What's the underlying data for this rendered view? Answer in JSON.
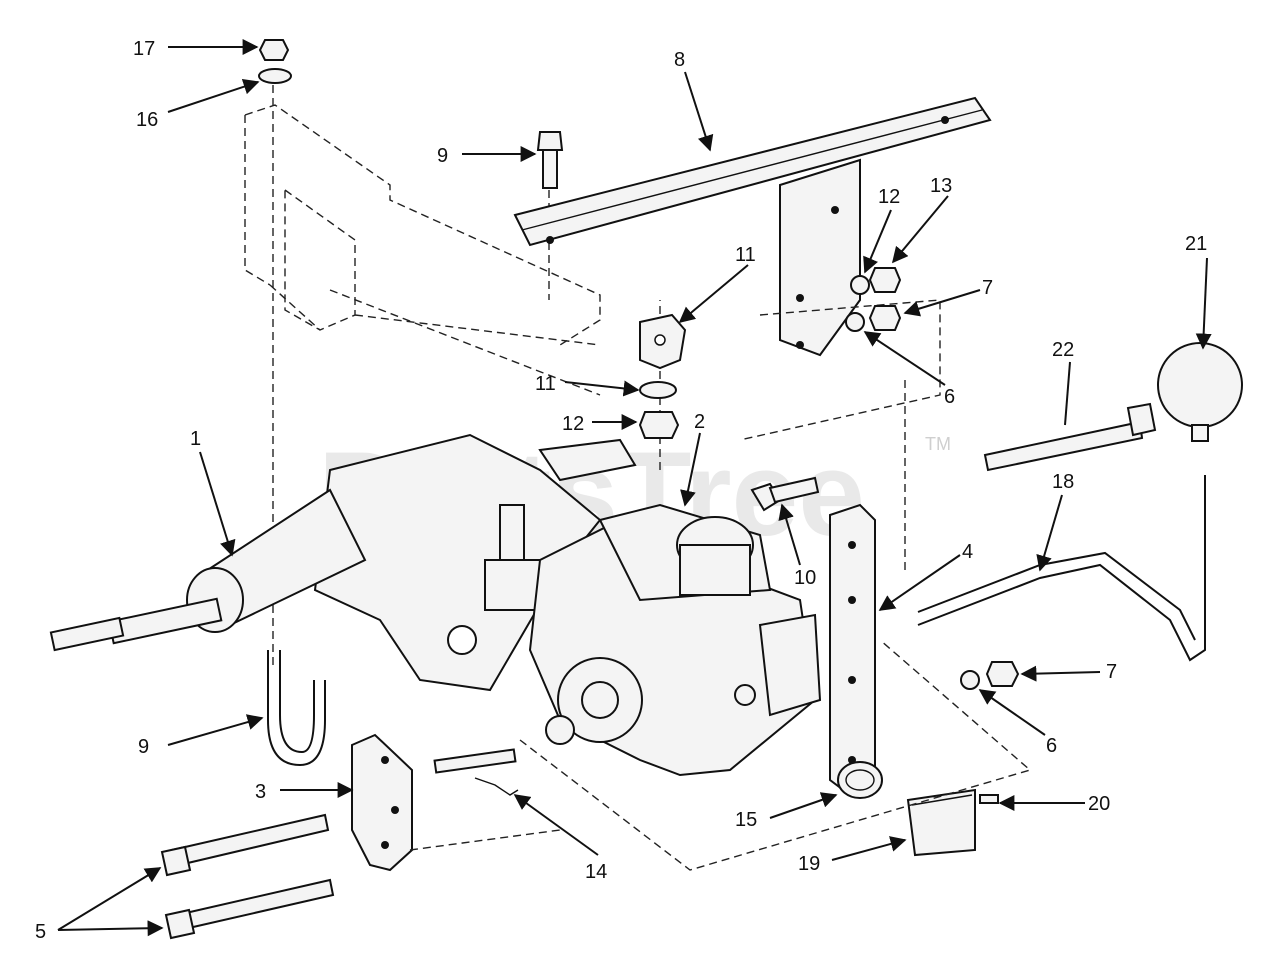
{
  "watermark": {
    "text": "PartsTree",
    "tm": "TM"
  },
  "callouts": [
    {
      "id": "c1",
      "text": "1"
    },
    {
      "id": "c2",
      "text": "2"
    },
    {
      "id": "c3",
      "text": "3"
    },
    {
      "id": "c4",
      "text": "4"
    },
    {
      "id": "c5",
      "text": "5"
    },
    {
      "id": "c6a",
      "text": "6"
    },
    {
      "id": "c6b",
      "text": "6"
    },
    {
      "id": "c7a",
      "text": "7"
    },
    {
      "id": "c7b",
      "text": "7"
    },
    {
      "id": "c8",
      "text": "8"
    },
    {
      "id": "c9a",
      "text": "9"
    },
    {
      "id": "c9b",
      "text": "9"
    },
    {
      "id": "c10",
      "text": "10"
    },
    {
      "id": "c11a",
      "text": "11"
    },
    {
      "id": "c11b",
      "text": "11"
    },
    {
      "id": "c12a",
      "text": "12"
    },
    {
      "id": "c12b",
      "text": "12"
    },
    {
      "id": "c13",
      "text": "13"
    },
    {
      "id": "c14",
      "text": "14"
    },
    {
      "id": "c15",
      "text": "15"
    },
    {
      "id": "c16",
      "text": "16"
    },
    {
      "id": "c17",
      "text": "17"
    },
    {
      "id": "c18",
      "text": "18"
    },
    {
      "id": "c19",
      "text": "19"
    },
    {
      "id": "c20",
      "text": "20"
    },
    {
      "id": "c21",
      "text": "21"
    },
    {
      "id": "c22",
      "text": "22"
    }
  ]
}
